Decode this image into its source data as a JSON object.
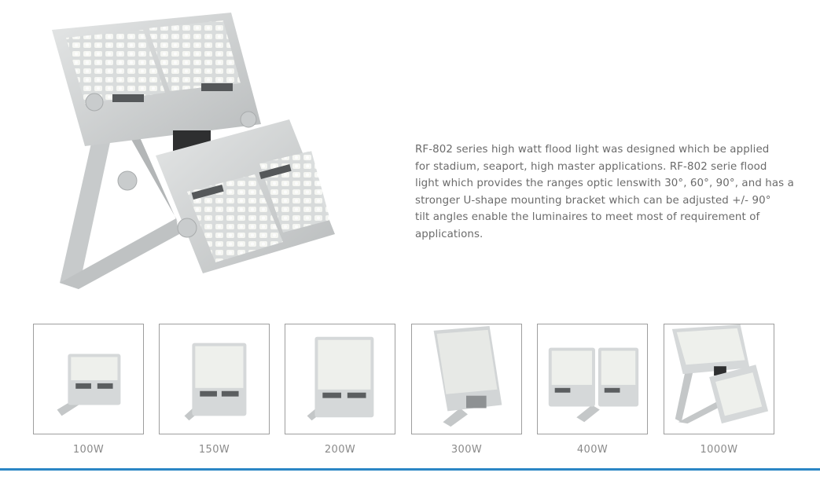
{
  "hero": {
    "icon": "flood-light-product-image"
  },
  "description": {
    "lines": [
      "RF-802 series high watt flood light was designed which be applied",
      "for stadium, seaport, high master applications. RF-802 serie flood",
      "light which provides the ranges optic lenswith 30°, 60°, 90°, and has a",
      "stronger U-shape mounting bracket which can be adjusted +/- 90°",
      "tilt angles enable the luminaires to meet most of requirement of",
      "applications."
    ]
  },
  "models": [
    {
      "label": "100W",
      "icon": "flood-light-100w-image"
    },
    {
      "label": "150W",
      "icon": "flood-light-150w-image"
    },
    {
      "label": "200W",
      "icon": "flood-light-200w-image"
    },
    {
      "label": "300W",
      "icon": "flood-light-300w-image"
    },
    {
      "label": "400W",
      "icon": "flood-light-400w-image"
    },
    {
      "label": "1000W",
      "icon": "flood-light-1000w-image"
    }
  ],
  "colors": {
    "accent_rule": "#2b86c5",
    "text": "#6b6b6b",
    "caption": "#8a8a8a",
    "frame_border": "#9e9e9e"
  }
}
